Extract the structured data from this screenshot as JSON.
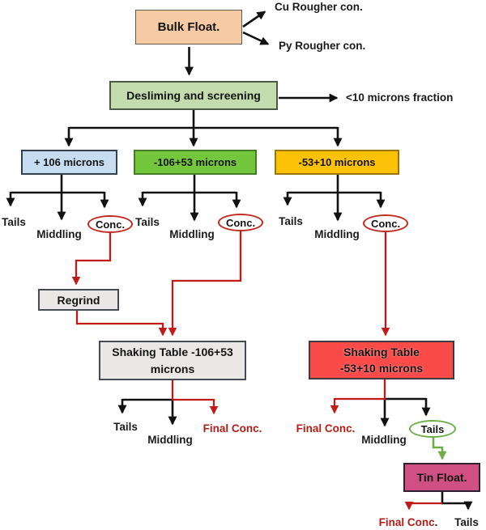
{
  "diagram": {
    "type": "flowchart",
    "subject": "Mineral processing flowsheet: bulk flotation, desliming / screening into size fractions, gravity shaking tables and tin flotation"
  },
  "colors": {
    "bulk_float_fill": "#f6cba4",
    "desliming_fill": "#c3dbad",
    "plus106_fill": "#c6dcf0",
    "minus106_53_fill": "#74c63d",
    "minus53_10_fill": "#fbc208",
    "regrind_fill": "#e9e8e7",
    "shaking_table_1_fill": "#e9e8e7",
    "shaking_table_2_fill": "#fb4b49",
    "tin_float_fill": "#d05083",
    "red_line": "#c01b17",
    "black_line": "#111111",
    "green_line": "#6fad47",
    "red_text": "#b41d17"
  },
  "nodes": {
    "bulk_float": {
      "label": "Bulk Float."
    },
    "desliming": {
      "label": "Desliming and screening"
    },
    "plus106": {
      "label": "+ 106 microns"
    },
    "minus106_53": {
      "label": "-106+53 microns"
    },
    "minus53_10": {
      "label": "-53+10 microns"
    },
    "regrind": {
      "label": "Regrind"
    },
    "shaking_table_1": {
      "line1": "Shaking Table -106+53",
      "line2": "microns"
    },
    "shaking_table_2": {
      "line1": "Shaking Table",
      "line2": "-53+10 microns"
    },
    "tin_float": {
      "label": "Tin Float."
    }
  },
  "labels": {
    "cu_rougher": "Cu Rougher con.",
    "py_rougher": "Py Rougher con.",
    "fines_fraction": "<10 microns fraction",
    "tails": "Tails",
    "middling": "Middling",
    "conc": "Conc.",
    "final_conc": "Final Conc.",
    "final_conc_bottom": "Final Conc",
    "final_conc_bottom_period": "."
  }
}
